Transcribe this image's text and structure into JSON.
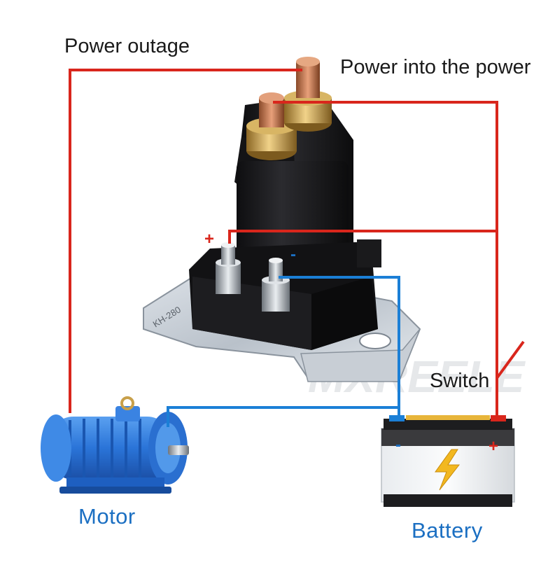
{
  "labels": {
    "power_outage": "Power outage",
    "power_into": "Power into the power",
    "switch": "Switch",
    "motor": "Motor",
    "battery": "Battery"
  },
  "polarity": {
    "solenoid_plus": "+",
    "solenoid_minus": "-",
    "battery_minus": "-",
    "battery_plus": "+"
  },
  "watermark": "MXREELE",
  "relay_stamp": "KH-280",
  "colors": {
    "positive_wire": "#d9261c",
    "negative_wire": "#1b7fd6",
    "label_blue": "#1b6fc2",
    "motor_blue": "#2f7fe0",
    "relay_body": "#1c1c1e",
    "brass": "#c9a24a"
  }
}
